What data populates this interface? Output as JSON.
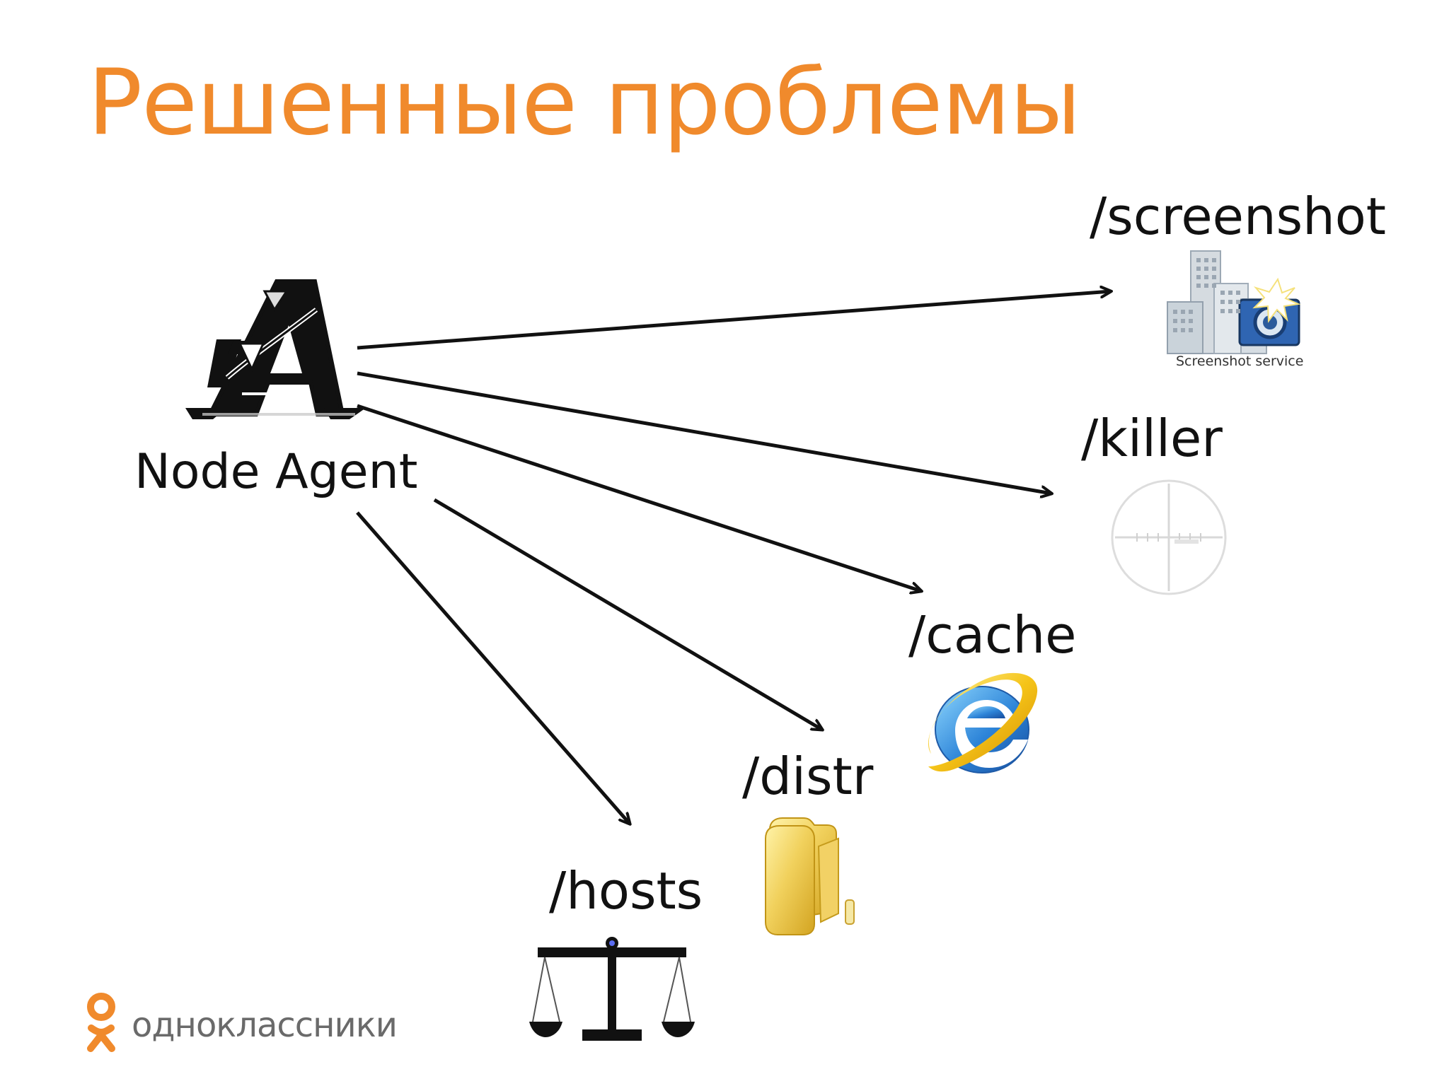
{
  "slide": {
    "title": "Решенные проблемы",
    "center_node": {
      "label": "Node Agent",
      "icon": "node-agent-logo-icon"
    },
    "endpoints": [
      {
        "label": "/screenshot",
        "icon": "screenshot-service-icon",
        "caption": "Screenshot service"
      },
      {
        "label": "/killer",
        "icon": "crosshair-icon"
      },
      {
        "label": "/cache",
        "icon": "internet-explorer-icon"
      },
      {
        "label": "/distr",
        "icon": "folder-icon"
      },
      {
        "label": "/hosts",
        "icon": "scales-icon"
      }
    ],
    "footer_logo": {
      "text": "одноклассники",
      "icon": "odnoklassniki-logo-icon"
    },
    "colors": {
      "title": "#f08a2c",
      "text": "#111111",
      "arrow": "#111111",
      "logo": "#f08a2c"
    }
  }
}
